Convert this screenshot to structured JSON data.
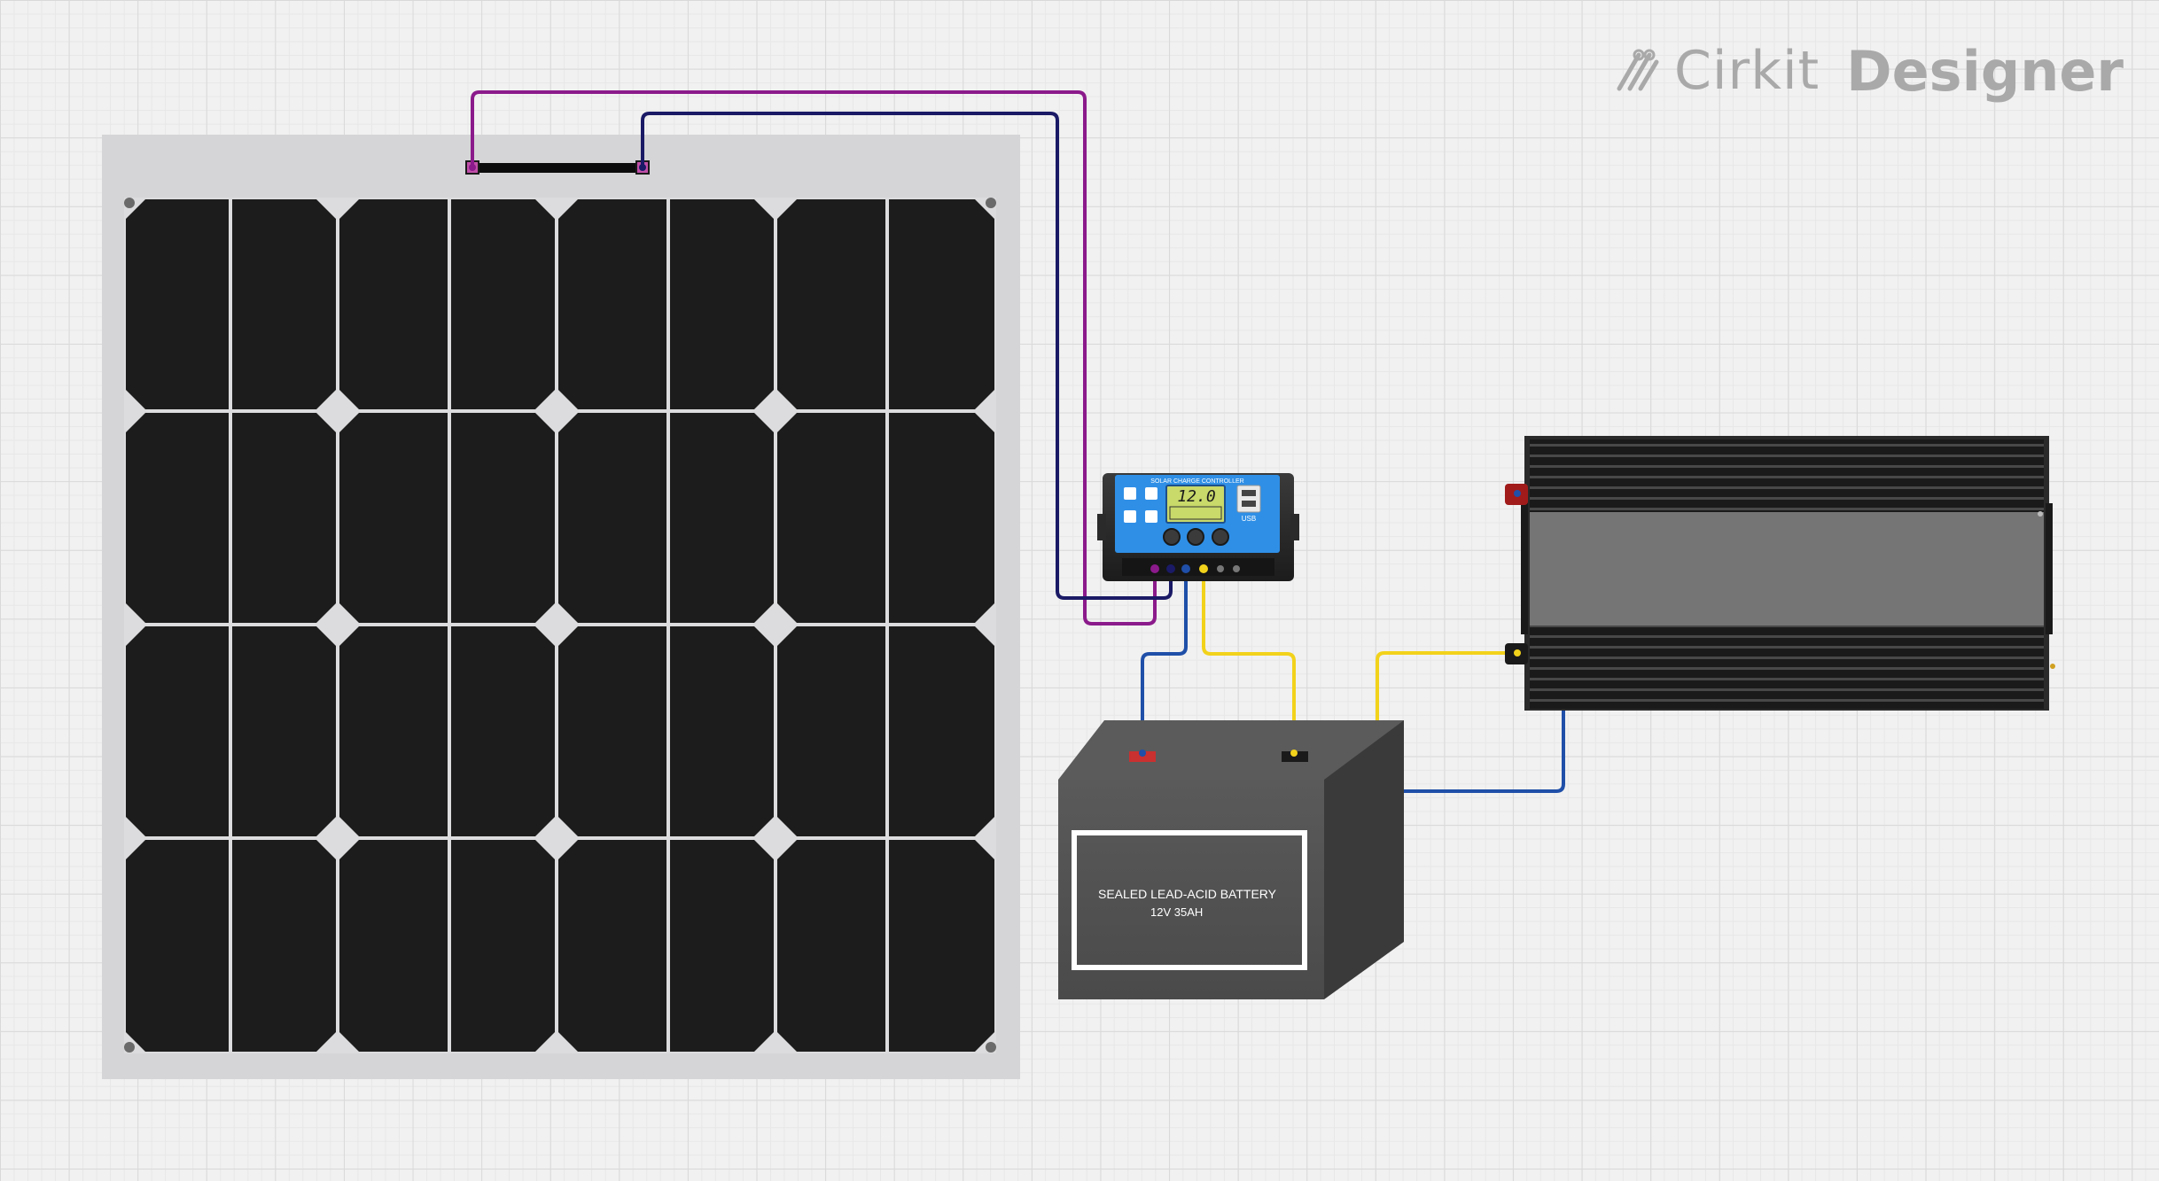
{
  "brand": {
    "name_part1": "Cirkit",
    "name_part2": "Designer",
    "icon": "cirkit-logo-icon",
    "color": "#a9a9a9"
  },
  "components": {
    "solar_panel": {
      "icon": "solar-panel"
    },
    "charge_controller": {
      "header_text": "SOLAR CHARGE CONTROLLER",
      "lcd_reading": "12.0",
      "usb_label": "USB"
    },
    "battery": {
      "label_line1": "SEALED LEAD-ACID BATTERY",
      "label_line2": "12V 35AH"
    },
    "inverter": {
      "icon": "power-inverter"
    }
  },
  "wire_colors": {
    "panel_positive": "#8b1a8b",
    "panel_negative": "#1a1a66",
    "battery_positive": "#1f4fa8",
    "battery_negative": "#f2d21b",
    "inverter_positive": "#1f4fa8",
    "inverter_negative": "#f2d21b"
  }
}
